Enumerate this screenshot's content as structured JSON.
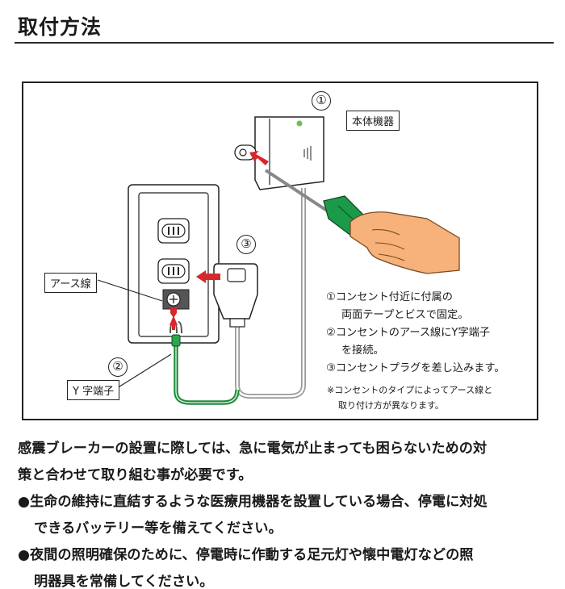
{
  "page": {
    "title": "取付方法"
  },
  "figure": {
    "labels": {
      "main_unit": "本体機器",
      "earth_wire": "アース線",
      "y_terminal": "Y 字端子"
    },
    "step_markers": [
      "①",
      "②",
      "③"
    ],
    "steps": [
      {
        "line1": "①コンセント付近に付属の",
        "line2": "両面テープとビスで固定。"
      },
      {
        "line1": "②コンセントのアース線にY字端子",
        "line2": "を接続。"
      },
      {
        "line1": "③コンセントプラグを差し込みます。"
      }
    ],
    "note": {
      "line1": "※コンセントのタイプによってアース線と",
      "line2": "取り付け方が異なります。"
    },
    "colors": {
      "arrow": "#d8262b",
      "screwdriver_handle": "#1b9a4a",
      "earth_cable": "#1d8a3a",
      "hand": "#f6b27a"
    }
  },
  "body": {
    "intro_line1": "感震ブレーカーの設置に際しては、急に電気が止まっても困らないための対",
    "intro_line2": "策と合わせて取り組む事が必要です。",
    "bullets": [
      {
        "line1": "●生命の維持に直結するような医療用機器を設置している場合、停電に対処",
        "line2": "できるバッテリー等を備えてください。"
      },
      {
        "line1": "●夜間の照明確保のために、停電時に作動する足元灯や懐中電灯などの照",
        "line2": "明器具を常備してください。"
      }
    ]
  }
}
